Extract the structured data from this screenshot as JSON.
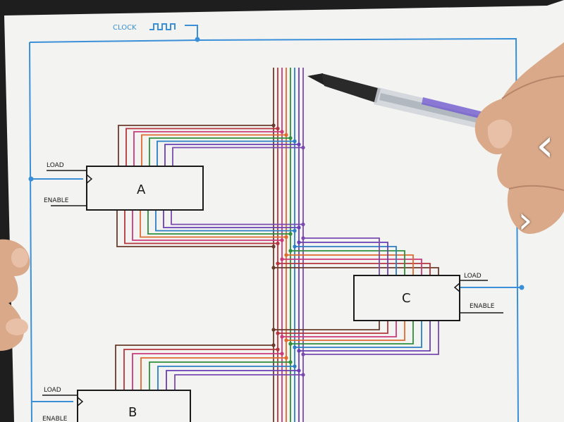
{
  "drawing": {
    "clock_label": "CLOCK",
    "register_a": {
      "name": "A",
      "load_label": "LOAD",
      "enable_label": "ENABLE"
    },
    "register_b": {
      "name": "B",
      "load_label": "LOAD",
      "enable_label": "ENABLE"
    },
    "register_c": {
      "name": "C",
      "load_label": "LOAD",
      "enable_label": "ENABLE"
    },
    "bus_colors": [
      "#6a3b2c",
      "#b5363d",
      "#cc3a7a",
      "#e06b2e",
      "#2e8f3c",
      "#2b7ec4",
      "#6a3fb5",
      "#7a4ab0"
    ],
    "clock_wire_color": "#3a8fd8",
    "paper_color": "#f3f4f1",
    "ink_color": "#1a1a1a"
  },
  "controls": {
    "prev_icon": "chevron-left-icon",
    "prev_glyph": "‹",
    "next_icon": "chevron-right-icon",
    "next_glyph": "›"
  }
}
